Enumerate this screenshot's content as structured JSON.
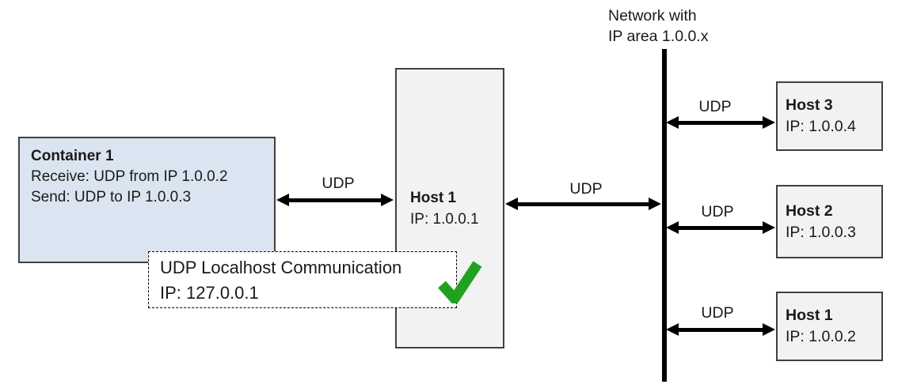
{
  "diagram": {
    "network_label": {
      "line1": "Network with",
      "line2": "IP area 1.0.0.x"
    },
    "container1": {
      "title": "Container 1",
      "receive": "Receive: UDP from IP 1.0.0.2",
      "send": "Send: UDP to IP 1.0.0.3"
    },
    "host_center": {
      "title": "Host 1",
      "ip": "IP: 1.0.0.1"
    },
    "tooltip": {
      "title": "UDP Localhost Communication",
      "ip": "IP: 127.0.0.1"
    },
    "hosts_right": [
      {
        "title": "Host 3",
        "ip": "IP: 1.0.0.4"
      },
      {
        "title": "Host 2",
        "ip": "IP: 1.0.0.3"
      },
      {
        "title": "Host 1",
        "ip": "IP: 1.0.0.2"
      }
    ],
    "udp_labels": [
      "UDP",
      "UDP",
      "UDP",
      "UDP",
      "UDP"
    ]
  },
  "colors": {
    "container_fill": "#dbe5f1",
    "host_fill": "#f2f2f2",
    "box_border": "#404040",
    "arrow": "#000000",
    "check_green": "#21a121",
    "background": "#ffffff"
  }
}
